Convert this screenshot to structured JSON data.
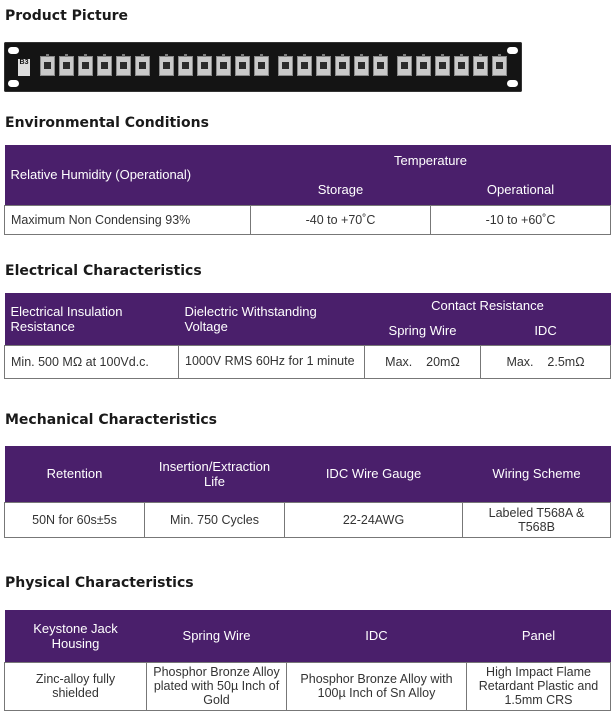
{
  "sections": {
    "picture": "Product Picture",
    "environmental": "Environmental Conditions",
    "electrical": "Electrical Characteristics",
    "mechanical": "Mechanical Characteristics",
    "physical": "Physical Characteristics"
  },
  "panel": {
    "logo": "B3",
    "port_count": 24
  },
  "environmental": {
    "h_humidity": "Relative Humidity (Operational)",
    "h_temperature": "Temperature",
    "h_storage": "Storage",
    "h_operational": "Operational",
    "v_humidity": "Maximum Non Condensing 93%",
    "v_storage": "-40 to +70˚C",
    "v_operational": "-10 to +60˚C"
  },
  "electrical": {
    "h_insulation": "Electrical Insulation Resistance",
    "h_dielectric": "Dielectric Withstanding Voltage",
    "h_contact": "Contact Resistance",
    "h_spring": "Spring Wire",
    "h_idc": "IDC",
    "v_insulation": "Min. 500 MΩ at 100Vd.c.",
    "v_dielectric": "1000V RMS 60Hz for 1 minute",
    "v_spring": "Max.    20mΩ",
    "v_idc": "Max.    2.5mΩ"
  },
  "mechanical": {
    "headers": [
      "Retention",
      "Insertion/Extraction Life",
      "IDC Wire Gauge",
      "Wiring Scheme"
    ],
    "values": [
      "50N for 60s±5s",
      "Min. 750 Cycles",
      "22-24AWG",
      "Labeled T568A & T568B"
    ]
  },
  "physical": {
    "headers": [
      "Keystone Jack Housing",
      "Spring Wire",
      "IDC",
      "Panel"
    ],
    "values": [
      "Zinc-alloy fully shielded",
      "Phosphor Bronze Alloy plated with 50µ Inch of Gold",
      "Phosphor Bronze Alloy with 100µ Inch of Sn Alloy",
      "High Impact Flame Retardant Plastic and 1.5mm CRS"
    ]
  }
}
